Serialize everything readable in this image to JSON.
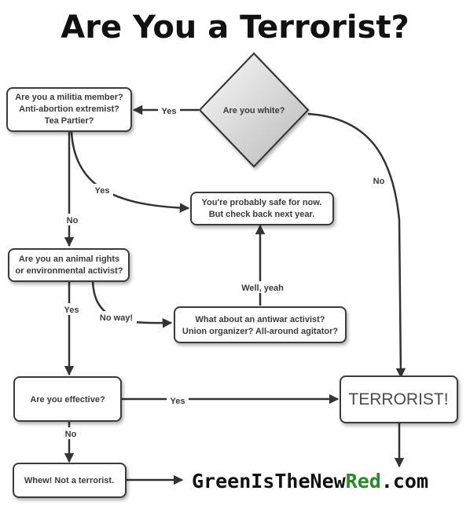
{
  "title": "Are You a Terrorist?",
  "nodes": {
    "white": {
      "lines": [
        "Are you white?"
      ]
    },
    "militia": {
      "lines": [
        "Are you a militia member?",
        "Anti-abortion extremist?",
        "Tea Partier?"
      ]
    },
    "safe": {
      "lines": [
        "You're probably safe for now.",
        "But check back next year."
      ]
    },
    "animal": {
      "lines": [
        "Are you an animal rights",
        "or environmental activist?"
      ]
    },
    "antiwar": {
      "lines": [
        "What about an antiwar activist?",
        "Union organizer? All-around agitator?"
      ]
    },
    "effective": {
      "lines": [
        "Are you effective?"
      ]
    },
    "terrorist": {
      "lines": [
        "TERRORIST!"
      ]
    },
    "whew": {
      "lines": [
        "Whew! Not a terrorist."
      ]
    }
  },
  "edges": {
    "white_yes": "Yes",
    "white_no": "No",
    "militia_yes": "Yes",
    "militia_no": "No",
    "animal_yes": "Yes",
    "animal_noway": "No way!",
    "antiwar_yeah": "Well, yeah",
    "effective_yes": "Yes",
    "effective_no": "No"
  },
  "brand": {
    "prefix": "GreenIsThe",
    "new": "New",
    "red": "Red",
    "suffix": ".com"
  }
}
